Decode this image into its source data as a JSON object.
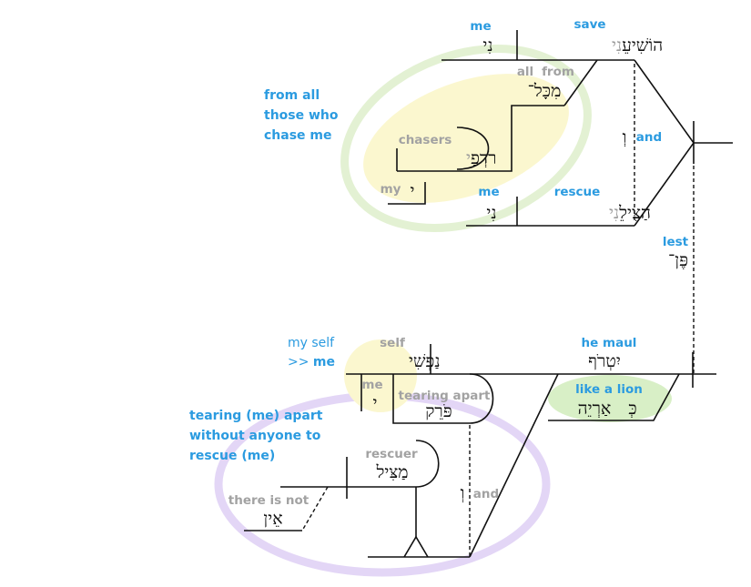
{
  "top_clause": {
    "verb_hebrew": "הוֹשִׁיעֵ",
    "verb_suffix": "נִי",
    "verb_gloss": "save",
    "object_hebrew": "נִי",
    "object_gloss": "me",
    "prep_hebrew": "מִכָּל־",
    "prep_gloss_1": "all",
    "prep_gloss_2": "from",
    "pursuers_hebrew": "רֹדְפַ",
    "pursuers_suffix": "י",
    "pursuers_gloss": "chasers",
    "my_hebrew": "י",
    "my_gloss": "my",
    "conj_hebrew": "וְ",
    "conj_gloss": "and",
    "verb2_hebrew": "הַצִּילֵ",
    "verb2_suffix": "נִי",
    "verb2_gloss": "rescue",
    "object2_hebrew": "נִי",
    "object2_gloss": "me",
    "note_lines": [
      "from all",
      "those who",
      "chase me"
    ]
  },
  "connector": {
    "lest_gloss": "lest",
    "lest_hebrew": "פֶּן־"
  },
  "bottom_clause": {
    "verb_hebrew": "יִטְרֹף",
    "verb_gloss": "he maul",
    "like_lion_gloss": "like a lion",
    "kaph_hebrew": "כְּ",
    "lion_hebrew": "אַרְיֵה",
    "self_gloss": "self",
    "self_hebrew": "נַפְשִׁ",
    "self_suffix": "י",
    "me_gloss": "me",
    "me_hebrew": "י",
    "note_myself": "my self",
    "note_arrow_me_prefix": ">> ",
    "note_arrow_me": "me",
    "tearing_gloss": "tearing apart",
    "tearing_hebrew": "פֹּרֵק",
    "conj_hebrew": "וְ",
    "conj_gloss": "and",
    "rescuer_gloss": "rescuer",
    "rescuer_hebrew": "מַצִּיל",
    "not_gloss": "there is not",
    "not_hebrew": "אֵין",
    "note_lines": [
      "tearing (me) apart",
      "without anyone to",
      "rescue (me)"
    ]
  },
  "colors": {
    "gloss_blue": "#2b9be0",
    "gloss_gray": "#a2a2a2",
    "highlight_yellow": "#fbf7cf",
    "ring_green": "#e3f1d3",
    "ring_purple": "#e3d6f6",
    "lion_green": "#d8efc6"
  }
}
